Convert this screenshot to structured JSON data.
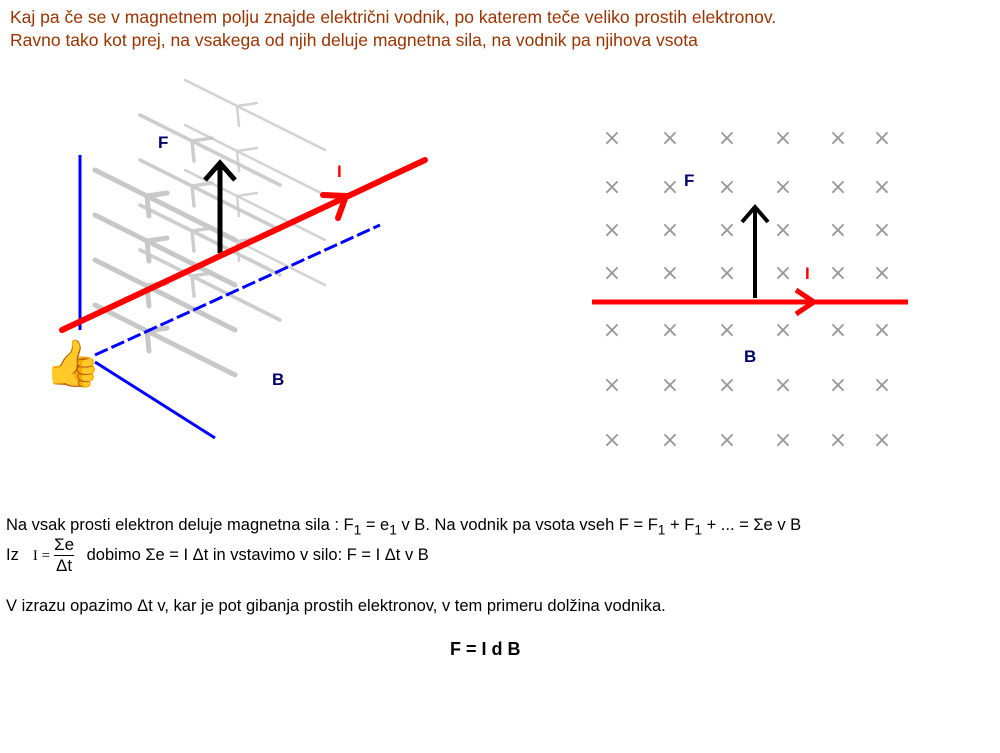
{
  "intro": {
    "line1": "Kaj pa če se v magnetnem polju znajde električni vodnik, po katerem teče veliko prostih elektronov.",
    "line2": "Ravno tako kot prej, na vsakega od njih deluje magnetna sila, na vodnik pa njihova vsota"
  },
  "diagram3d": {
    "label_f": "F",
    "label_i": "I",
    "label_b": "B",
    "thumb": "👍"
  },
  "diagram2d": {
    "label_f": "F",
    "label_i": "I",
    "label_b": "B",
    "field_mark": "×"
  },
  "colors": {
    "intro": "#993300",
    "current": "#ff0000",
    "axes": "#0000ff",
    "labels": "#000066",
    "field": "#c8c8c8"
  },
  "text": {
    "line1_a": "Na vsak prosti elektron deluje magnetna sila :  F",
    "line1_sub1": "1",
    "line1_b": " = e",
    "line1_sub2": "1",
    "line1_c": " v B.  Na vodnik pa vsota vseh F = F",
    "line1_sub3": "1",
    "line1_d": " + F",
    "line1_sub4": "1",
    "line1_e": " + ... = Σe v B",
    "line2_iz": "Iz",
    "line2_ieq": "I =",
    "line2_num": "Σe",
    "line2_den": "Δt",
    "line2_rest": "dobimo  Σe = I Δt   in vstavimo v silo:  F = I Δt v B",
    "line3": "V izrazu opazimo   Δt v, kar je pot gibanja prostih elektronov, v tem primeru dolžina vodnika.",
    "final": "F = I d B"
  }
}
